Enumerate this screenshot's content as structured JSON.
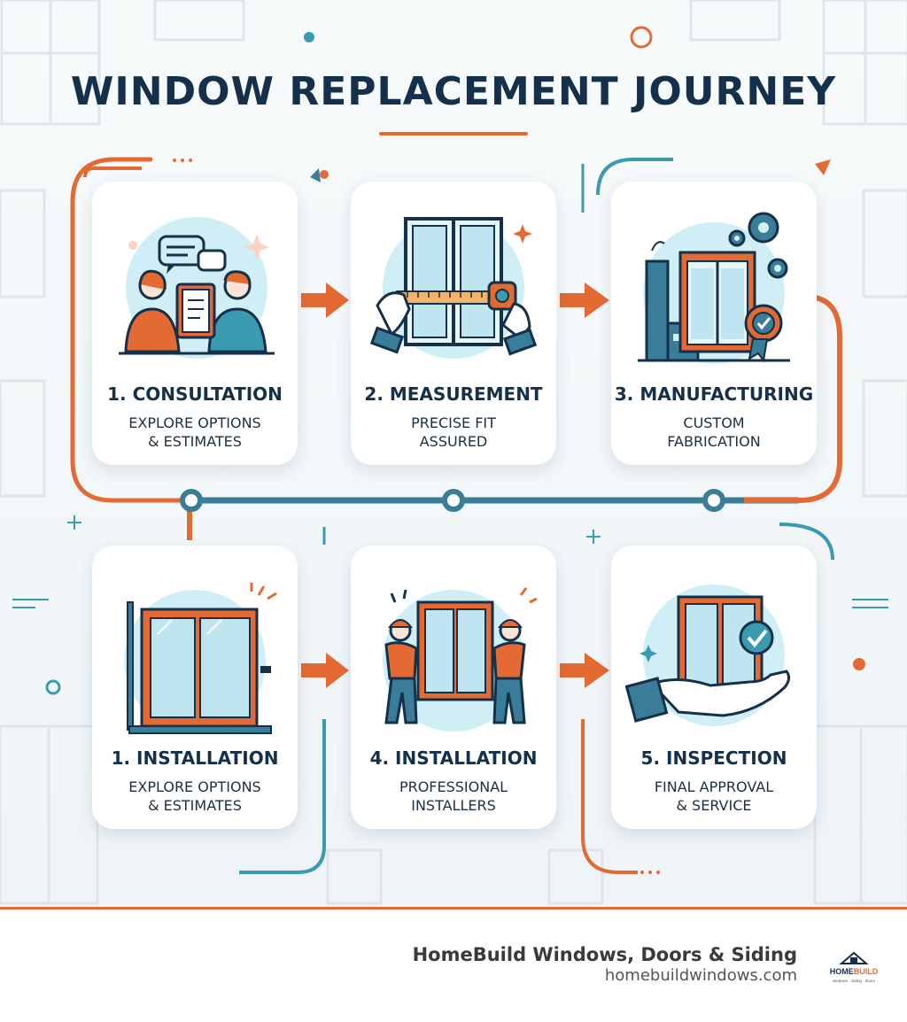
{
  "title": "WINDOW REPLACEMENT JOURNEY",
  "steps": [
    {
      "title": "1. CONSULTATION",
      "desc_line1": "EXPLORE OPTIONS",
      "desc_line2": "& ESTIMATES",
      "icon": "consultation-icon"
    },
    {
      "title": "2. MEASUREMENT",
      "desc_line1": "PRECISE FIT",
      "desc_line2": "ASSURED",
      "icon": "measurement-icon"
    },
    {
      "title": "3. MANUFACTURING",
      "desc_line1": "CUSTOM",
      "desc_line2": "FABRICATION",
      "icon": "manufacturing-icon"
    },
    {
      "title": "1. INSTALLATION",
      "desc_line1": "EXPLORE OPTIONS",
      "desc_line2": "& ESTIMATES",
      "icon": "window-install-icon"
    },
    {
      "title": "4. INSTALLATION",
      "desc_line1": "PROFESSIONAL",
      "desc_line2": "INSTALLERS",
      "icon": "installers-icon"
    },
    {
      "title": "5. INSPECTION",
      "desc_line1": "FINAL APPROVAL",
      "desc_line2": "& SERVICE",
      "icon": "inspection-icon"
    }
  ],
  "footer": {
    "company": "HomeBuild Windows, Doors & Siding",
    "website": "homebuildwindows.com",
    "logo_text": "HOMEBUILD",
    "logo_tagline": "windows · siding · doors"
  },
  "colors": {
    "navy": "#14304a",
    "orange": "#e46a34",
    "teal": "#3a9bb0",
    "light_teal": "#cfeef5"
  }
}
